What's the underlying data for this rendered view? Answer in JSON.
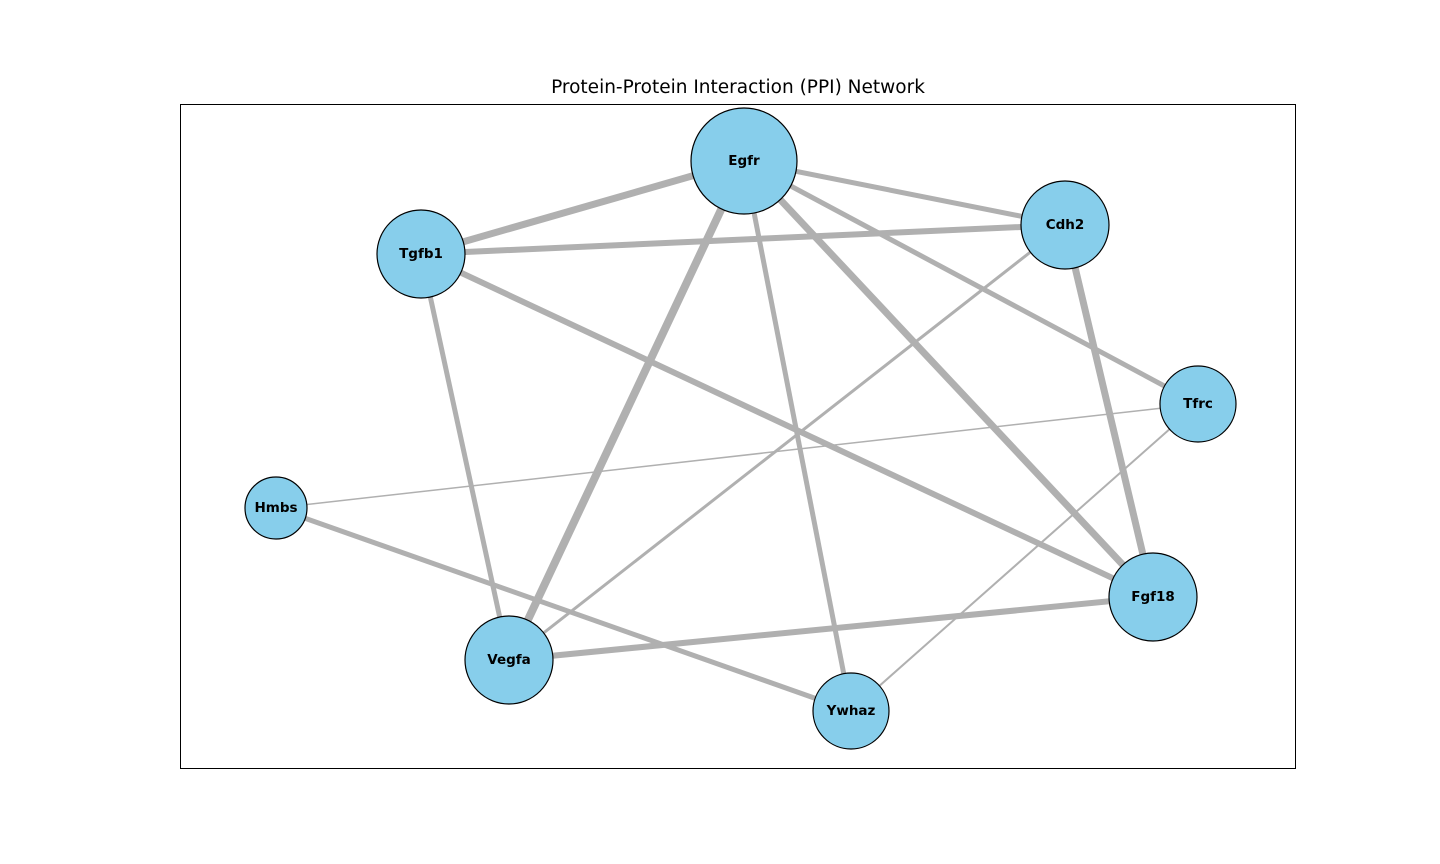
{
  "title": "Protein-Protein Interaction (PPI) Network",
  "colors": {
    "node_fill": "#87ceeb",
    "node_stroke": "#000000",
    "edge": "#b0b0b0"
  },
  "nodes": [
    {
      "id": "Egfr",
      "label": "Egfr"
    },
    {
      "id": "Cdh2",
      "label": "Cdh2"
    },
    {
      "id": "Tgfb1",
      "label": "Tgfb1"
    },
    {
      "id": "Tfrc",
      "label": "Tfrc"
    },
    {
      "id": "Hmbs",
      "label": "Hmbs"
    },
    {
      "id": "Fgf18",
      "label": "Fgf18"
    },
    {
      "id": "Vegfa",
      "label": "Vegfa"
    },
    {
      "id": "Ywhaz",
      "label": "Ywhaz"
    }
  ],
  "edges": [
    {
      "source": "Egfr",
      "target": "Tgfb1",
      "weight": 7
    },
    {
      "source": "Egfr",
      "target": "Cdh2",
      "weight": 5
    },
    {
      "source": "Egfr",
      "target": "Tfrc",
      "weight": 5
    },
    {
      "source": "Egfr",
      "target": "Fgf18",
      "weight": 7
    },
    {
      "source": "Egfr",
      "target": "Vegfa",
      "weight": 8
    },
    {
      "source": "Egfr",
      "target": "Ywhaz",
      "weight": 5
    },
    {
      "source": "Tgfb1",
      "target": "Cdh2",
      "weight": 6
    },
    {
      "source": "Tgfb1",
      "target": "Vegfa",
      "weight": 5
    },
    {
      "source": "Tgfb1",
      "target": "Fgf18",
      "weight": 6
    },
    {
      "source": "Cdh2",
      "target": "Vegfa",
      "weight": 3
    },
    {
      "source": "Cdh2",
      "target": "Fgf18",
      "weight": 7
    },
    {
      "source": "Tfrc",
      "target": "Hmbs",
      "weight": 1.5
    },
    {
      "source": "Tfrc",
      "target": "Ywhaz",
      "weight": 2
    },
    {
      "source": "Hmbs",
      "target": "Ywhaz",
      "weight": 5
    },
    {
      "source": "Vegfa",
      "target": "Fgf18",
      "weight": 6
    }
  ]
}
